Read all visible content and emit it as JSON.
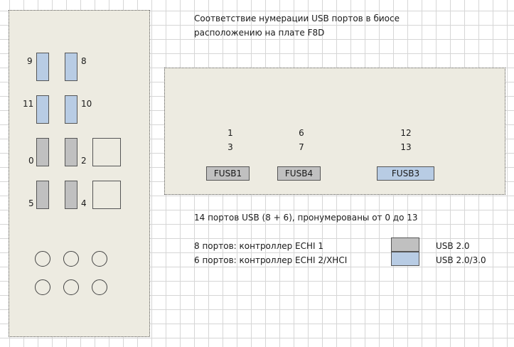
{
  "title_line1": "Соответствие нумерации USB портов в биосе",
  "title_line2": "расположению на плате F8D",
  "rear_panel": {
    "ports": [
      {
        "label": "9",
        "type": "usb3"
      },
      {
        "label": "8",
        "type": "usb3"
      },
      {
        "label": "11",
        "type": "usb3"
      },
      {
        "label": "10",
        "type": "usb3"
      },
      {
        "label": "0",
        "type": "usb2"
      },
      {
        "label": "2",
        "type": "usb2"
      },
      {
        "label": "5",
        "type": "usb2"
      },
      {
        "label": "4",
        "type": "usb2"
      }
    ]
  },
  "headers": [
    {
      "name": "FUSB1",
      "type": "usb2",
      "ports": [
        "1",
        "3"
      ]
    },
    {
      "name": "FUSB4",
      "type": "usb2",
      "ports": [
        "6",
        "7"
      ]
    },
    {
      "name": "FUSB3",
      "type": "usb3",
      "ports": [
        "12",
        "13"
      ]
    }
  ],
  "summary": "14 портов USB (8 + 6), пронумерованы от 0 до 13",
  "controllers": [
    {
      "text": "8 портов: контроллер ECHI 1"
    },
    {
      "text": "6 портов: контроллер ECHI 2/XHCI"
    }
  ],
  "legend": [
    {
      "label": "USB 2.0",
      "color": "#c0c0c0"
    },
    {
      "label": "USB 2.0/3.0",
      "color": "#b8cce4"
    }
  ]
}
